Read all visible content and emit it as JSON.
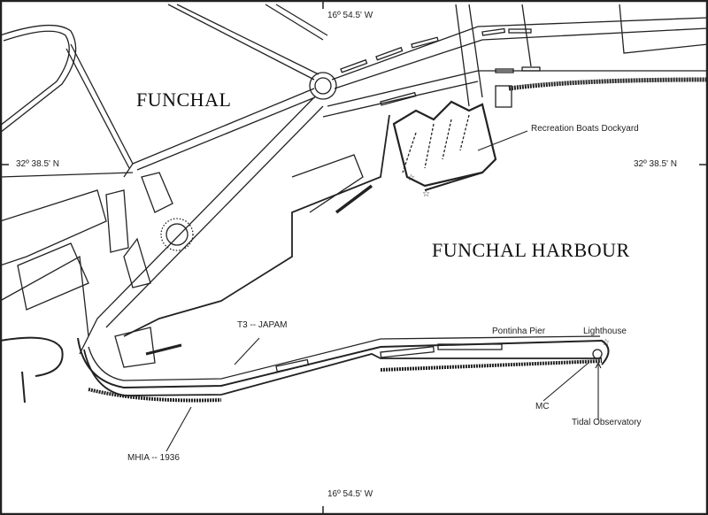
{
  "map": {
    "city_label": "FUNCHAL",
    "harbour_label": "FUNCHAL HARBOUR",
    "longitude_top": "16º 54.5' W",
    "longitude_bottom": "16º 54.5' W",
    "latitude_left": "32º 38.5' N",
    "latitude_right": "32º 38.5' N",
    "annotations": {
      "dockyard": "Recreation Boats Dockyard",
      "t3": "T3  --  JAPAM",
      "pier": "Pontinha Pier",
      "lighthouse": "Lighthouse",
      "mc": "MC",
      "tidal": "Tidal Observatory",
      "mhia": "MHIA  --  1936"
    },
    "colors": {
      "line": "#222222",
      "background": "#ffffff"
    }
  }
}
